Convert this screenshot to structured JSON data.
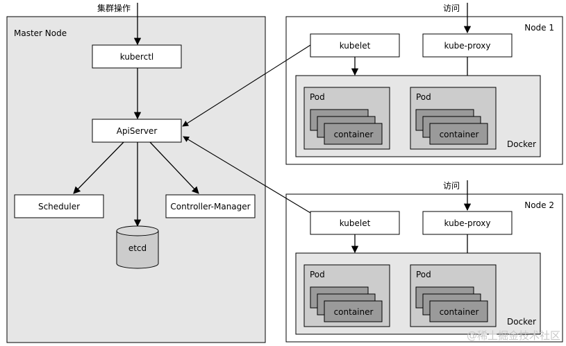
{
  "master": {
    "title": "Master Node",
    "top_label": "集群操作",
    "kuberctl": "kuberctl",
    "apiserver": "ApiServer",
    "scheduler": "Scheduler",
    "controller": "Controller-Manager",
    "etcd": "etcd"
  },
  "nodes": [
    {
      "title": "Node 1",
      "access_label": "访问",
      "kubelet": "kubelet",
      "kube_proxy": "kube-proxy",
      "docker": "Docker",
      "pods": [
        {
          "label": "Pod",
          "container": "container"
        },
        {
          "label": "Pod",
          "container": "container"
        }
      ]
    },
    {
      "title": "Node 2",
      "access_label": "访问",
      "kubelet": "kubelet",
      "kube_proxy": "kube-proxy",
      "docker": "Docker",
      "pods": [
        {
          "label": "Pod",
          "container": "container"
        },
        {
          "label": "Pod",
          "container": "container"
        }
      ]
    }
  ],
  "watermark": "@稀土掘金技术社区"
}
